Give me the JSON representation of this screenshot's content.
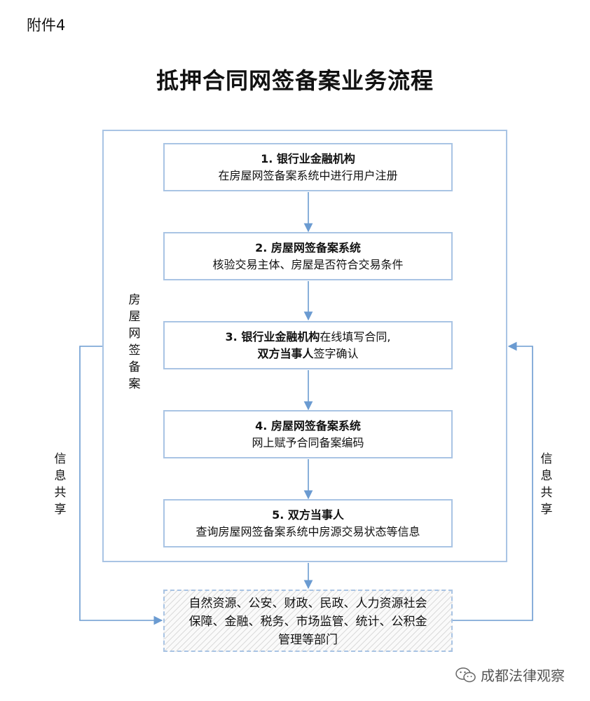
{
  "header": {
    "attachment_label": "附件4",
    "title": "抵押合同网签备案业务流程"
  },
  "outer_label": [
    "房",
    "屋",
    "网",
    "签",
    "备",
    "案"
  ],
  "side_labels": {
    "left": [
      "信",
      "息",
      "共",
      "享"
    ],
    "right": [
      "信",
      "息",
      "共",
      "享"
    ]
  },
  "steps": [
    {
      "line1_bold": "1. 银行业金融机构",
      "line2": "在房屋网签备案系统中进行用户注册"
    },
    {
      "line1_bold": "2. 房屋网签备案系统",
      "line2": "核验交易主体、房屋是否符合交易条件"
    },
    {
      "line1_bold": "3. 银行业金融机构",
      "line1_rest": "在线填写合同,",
      "line2_bold": "双方当事人",
      "line2_rest": "签字确认"
    },
    {
      "line1_bold": "4. 房屋网签备案系统",
      "line2": "网上赋予合同备案编码"
    },
    {
      "line1_bold": "5. 双方当事人",
      "line2": "查询房屋网签备案系统中房源交易状态等信息"
    }
  ],
  "departments": [
    "自然资源、公安、财政、民政、人力资源社会",
    "保障、金融、税务、市场监管、统计、公积金",
    "管理等部门"
  ],
  "watermark": {
    "text": "成都法律观察",
    "icon": "wechat-icon"
  },
  "colors": {
    "line": "#6b9bd1",
    "border": "#a9c4e4"
  }
}
